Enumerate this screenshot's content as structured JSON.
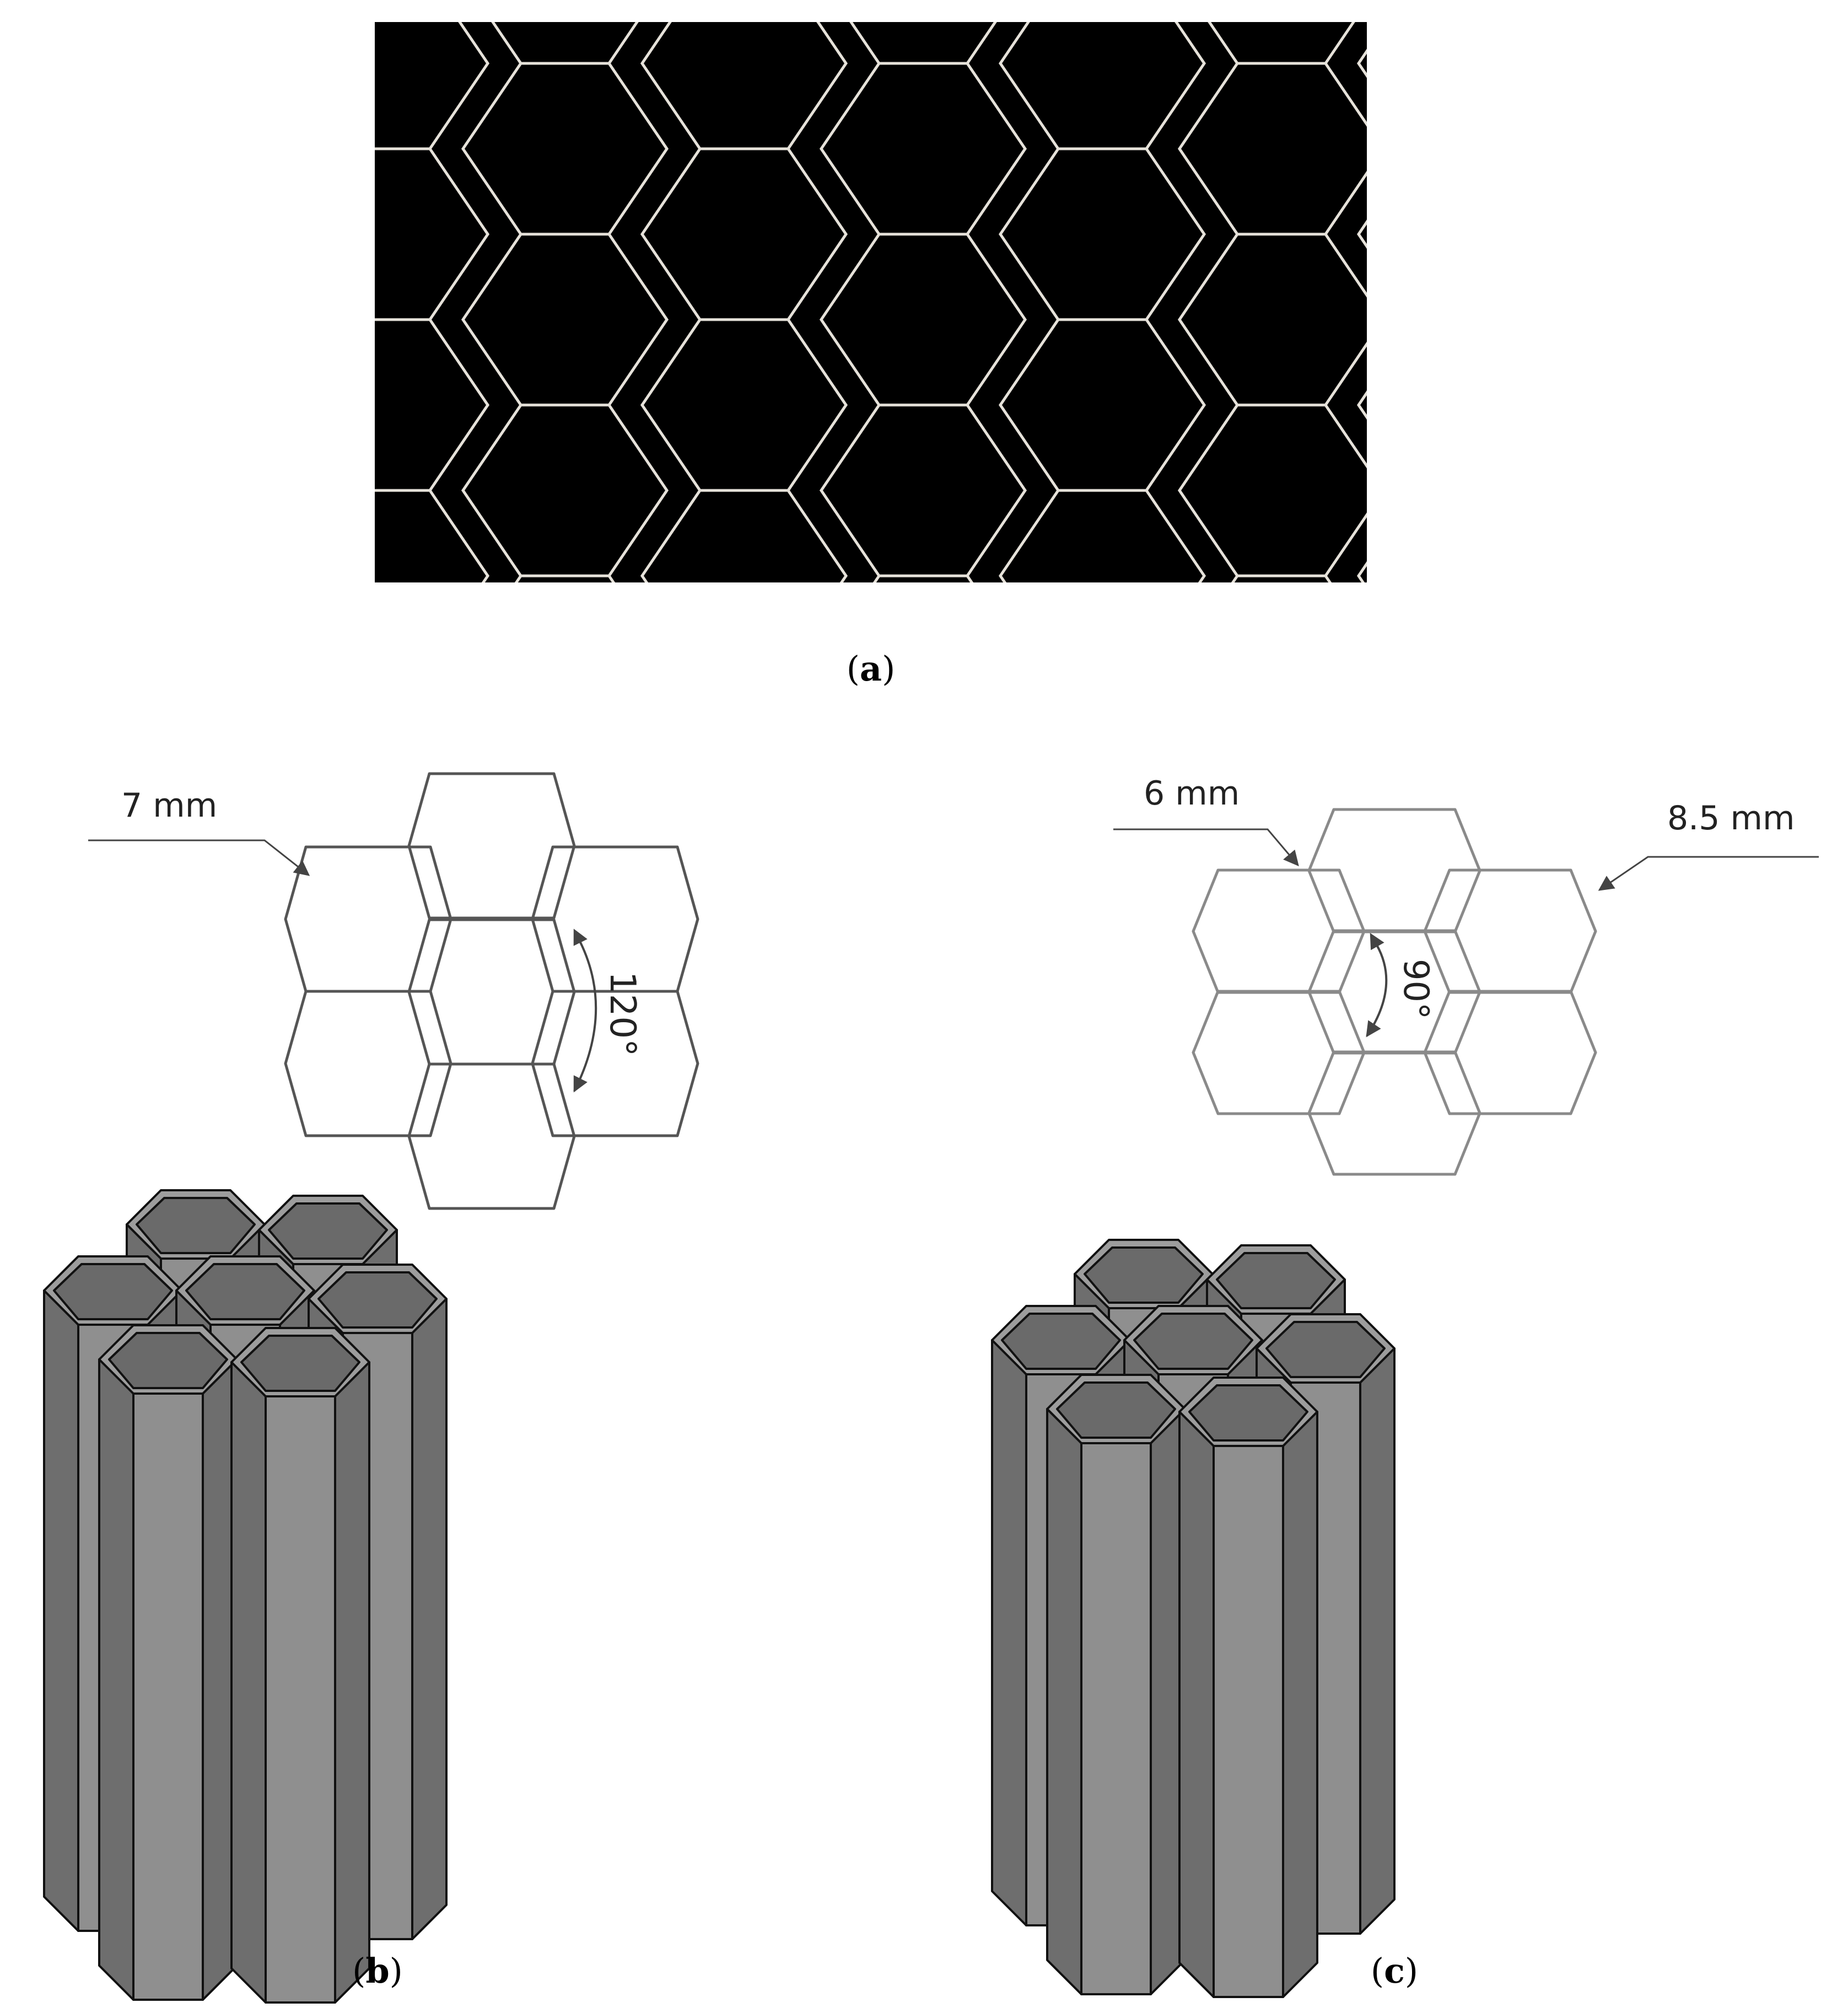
{
  "panels": {
    "a": {
      "caption_open": "(",
      "caption_letter": "a",
      "caption_close": ")"
    },
    "b": {
      "caption_open": "(",
      "caption_letter": "b",
      "caption_close": ")",
      "dimension_label": "7 mm",
      "angle_label": "120°"
    },
    "c": {
      "caption_open": "(",
      "caption_letter": "c",
      "caption_close": ")",
      "dimension_label_left": "6 mm",
      "dimension_label_right": "8.5 mm",
      "angle_label": "90°"
    }
  },
  "colors": {
    "photo_background": "#000000",
    "photo_cell_walls": "#e6e2da",
    "diagram_stroke_b": "#555555",
    "diagram_stroke_c": "#8a8a8a",
    "arrow": "#444444",
    "model_face_dark": "#6e6e6e",
    "model_face_light": "#8f8f8f",
    "model_top_face": "#9d9d9d",
    "model_inner_dark": "#6a6a6a",
    "model_edge": "#111111"
  }
}
